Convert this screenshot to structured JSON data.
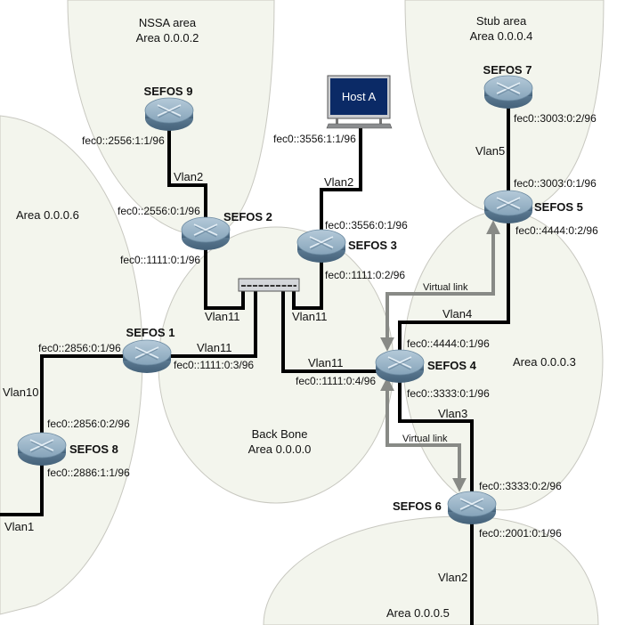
{
  "colors": {
    "area_fill": "#f3f5ed",
    "area_stroke": "#c8c8c0",
    "link": "#000000",
    "virtual_link": "#888a86",
    "router_top": "#9fb9cc",
    "router_side": "#5f7f98",
    "host_screen": "#0b2a66"
  },
  "areas": [
    {
      "id": "nssa",
      "line1": "NSSA area",
      "line2": "Area 0.0.0.2"
    },
    {
      "id": "stub",
      "line1": "Stub area",
      "line2": "Area 0.0.0.4"
    },
    {
      "id": "area6",
      "line1": "Area 0.0.0.6"
    },
    {
      "id": "backbone",
      "line1": "Back Bone",
      "line2": "Area 0.0.0.0"
    },
    {
      "id": "area3",
      "line1": "Area 0.0.0.3"
    },
    {
      "id": "area5",
      "line1": "Area 0.0.0.5"
    }
  ],
  "routers": [
    {
      "id": "sefos1",
      "name": "SEFOS 1"
    },
    {
      "id": "sefos2",
      "name": "SEFOS 2"
    },
    {
      "id": "sefos3",
      "name": "SEFOS 3"
    },
    {
      "id": "sefos4",
      "name": "SEFOS 4"
    },
    {
      "id": "sefos5",
      "name": "SEFOS 5"
    },
    {
      "id": "sefos6",
      "name": "SEFOS 6"
    },
    {
      "id": "sefos7",
      "name": "SEFOS 7"
    },
    {
      "id": "sefos8",
      "name": "SEFOS 8"
    },
    {
      "id": "sefos9",
      "name": "SEFOS 9"
    }
  ],
  "host": {
    "name": "Host A"
  },
  "addresses": {
    "sefos9_vlan2": "fec0::2556:1:1/96",
    "sefos2_vlan2": "fec0::2556:0:1/96",
    "sefos2_vlan11": "fec0::1111:0:1/96",
    "hosta_vlan2": "fec0::3556:1:1/96",
    "sefos3_vlan2": "fec0::3556:0:1/96",
    "sefos3_vlan11": "fec0::1111:0:2/96",
    "sefos7_vlan5": "fec0::3003:0:2/96",
    "sefos5_vlan5": "fec0::3003:0:1/96",
    "sefos5_vlan4": "fec0::4444:0:2/96",
    "sefos1_vlan10": "fec0::2856:0:1/96",
    "sefos1_vlan11": "fec0::1111:0:3/96",
    "sefos4_vlan11": "fec0::1111:0:4/96",
    "sefos4_vlan4": "fec0::4444:0:1/96",
    "sefos4_vlan3": "fec0::3333:0:1/96",
    "sefos8_vlan10": "fec0::2856:0:2/96",
    "sefos8_vlan1": "fec0::2886:1:1/96",
    "sefos6_vlan3": "fec0::3333:0:2/96",
    "sefos6_vlan2": "fec0::2001:0:1/96"
  },
  "vlans": {
    "nssa_link": "Vlan2",
    "host_link": "Vlan2",
    "stub_link": "Vlan5",
    "s2_switch": "Vlan11",
    "s3_switch": "Vlan11",
    "s1_switch": "Vlan11",
    "s4_switch": "Vlan11",
    "s4_s5": "Vlan4",
    "s4_s6": "Vlan3",
    "s1_s8": "Vlan10",
    "s8_out": "Vlan1",
    "s6_out": "Vlan2"
  },
  "virtual_links": [
    {
      "id": "vl_s4_s5",
      "label": "Virtual link"
    },
    {
      "id": "vl_s4_s6",
      "label": "Virtual link"
    }
  ]
}
